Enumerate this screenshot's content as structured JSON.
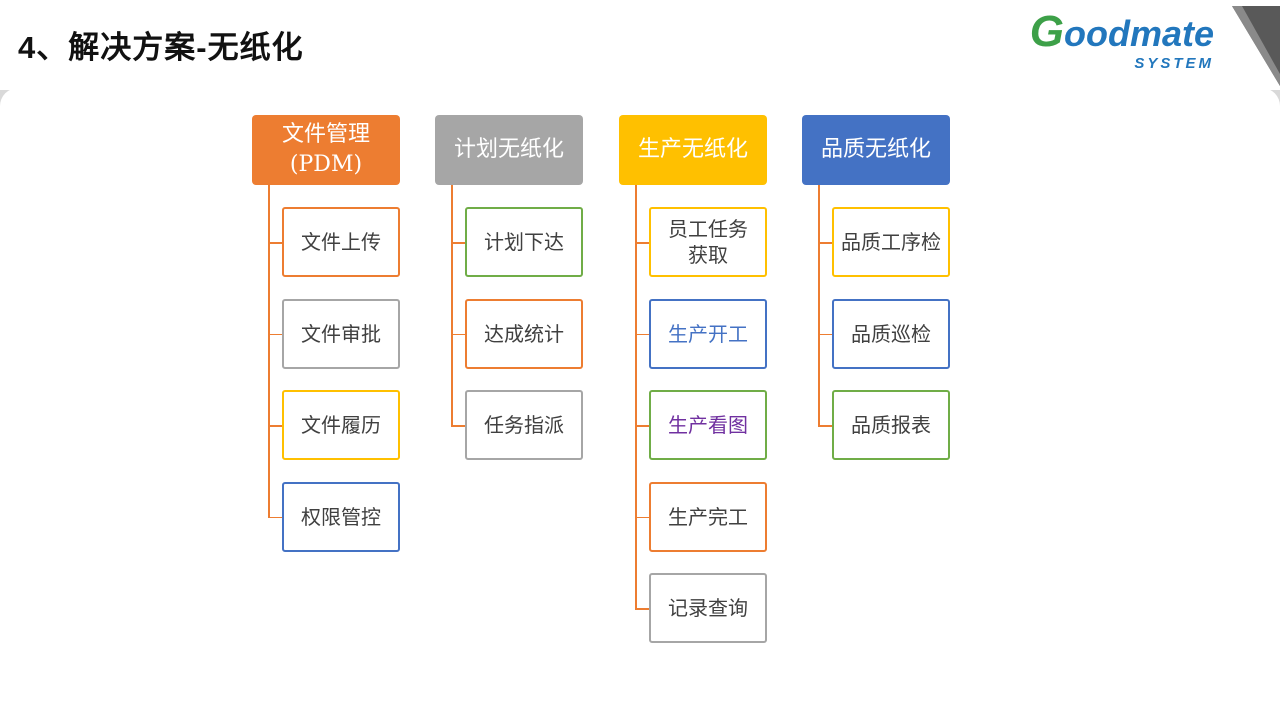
{
  "header": {
    "title": "4、解决方案-无纸化"
  },
  "logo": {
    "brand_g": "G",
    "brand_rest": "oodmate",
    "subtitle": "SYSTEM"
  },
  "colors": {
    "orange": "#ED7D31",
    "gray": "#A6A6A6",
    "gold": "#FFC000",
    "blue": "#4472C4",
    "green": "#70AD47",
    "fold_gray": "#595959"
  },
  "connector_color": "#ED7D31",
  "columns": [
    {
      "id": "pdm",
      "header": {
        "label": "文件管理\n(PDM)",
        "bg": "#ED7D31",
        "text_color": "#FFFFFF"
      },
      "items": [
        {
          "label": "文件上传",
          "border_color": "#ED7D31",
          "text_color": "#404040"
        },
        {
          "label": "文件审批",
          "border_color": "#A6A6A6",
          "text_color": "#404040"
        },
        {
          "label": "文件履历",
          "border_color": "#FFC000",
          "text_color": "#404040"
        },
        {
          "label": "权限管控",
          "border_color": "#4472C4",
          "text_color": "#404040"
        }
      ]
    },
    {
      "id": "plan",
      "header": {
        "label": "计划无纸化",
        "bg": "#A6A6A6",
        "text_color": "#FFFFFF"
      },
      "items": [
        {
          "label": "计划下达",
          "border_color": "#70AD47",
          "text_color": "#404040"
        },
        {
          "label": "达成统计",
          "border_color": "#ED7D31",
          "text_color": "#404040"
        },
        {
          "label": "任务指派",
          "border_color": "#A6A6A6",
          "text_color": "#404040"
        }
      ]
    },
    {
      "id": "production",
      "header": {
        "label": "生产无纸化",
        "bg": "#FFC000",
        "text_color": "#FFFFFF"
      },
      "items": [
        {
          "label": "员工任务\n获取",
          "border_color": "#FFC000",
          "text_color": "#404040"
        },
        {
          "label": "生产开工",
          "border_color": "#4472C4",
          "text_color": "#4472C4"
        },
        {
          "label": "生产看图",
          "border_color": "#70AD47",
          "text_color": "#7030A0"
        },
        {
          "label": "生产完工",
          "border_color": "#ED7D31",
          "text_color": "#404040"
        },
        {
          "label": "记录查询",
          "border_color": "#A6A6A6",
          "text_color": "#404040"
        }
      ]
    },
    {
      "id": "quality",
      "header": {
        "label": "品质无纸化",
        "bg": "#4472C4",
        "text_color": "#FFFFFF"
      },
      "items": [
        {
          "label": "品质工序检",
          "border_color": "#FFC000",
          "text_color": "#404040"
        },
        {
          "label": "品质巡检",
          "border_color": "#4472C4",
          "text_color": "#404040"
        },
        {
          "label": "品质报表",
          "border_color": "#70AD47",
          "text_color": "#404040"
        }
      ]
    }
  ]
}
